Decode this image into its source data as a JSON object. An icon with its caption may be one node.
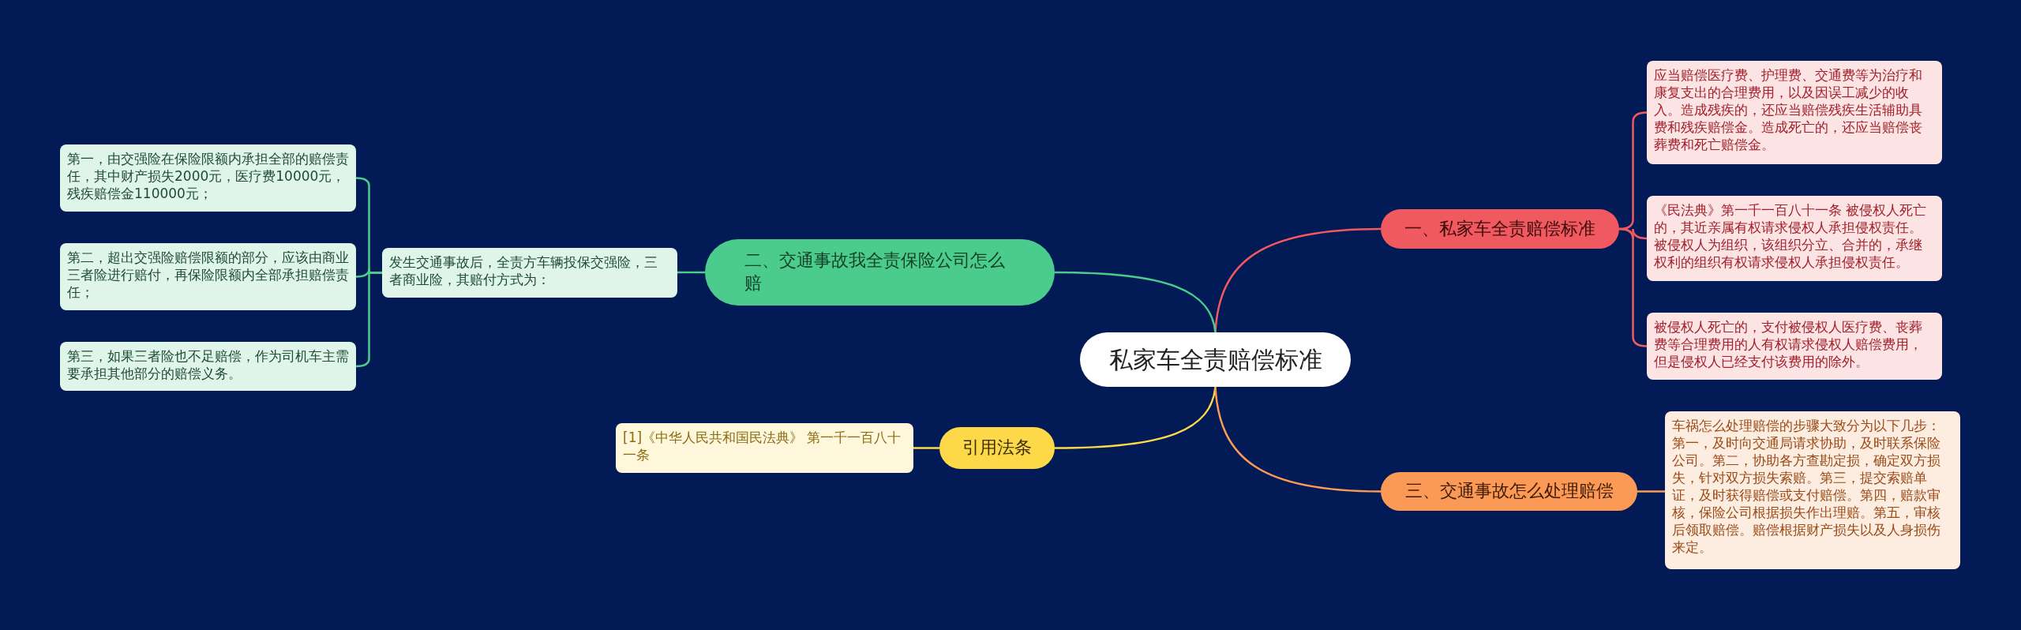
{
  "diagram": {
    "nodes": [
      {
        "text": [
          "私家车全责赔偿标准"
        ]
      },
      {
        "text": [
          "一、私家车全责赔偿标准"
        ]
      },
      {
        "text": [
          "应当赔偿医疗费、护理费、交通费等为治疗和康复支出的合理费用，以及因误工减少的收入。造成残疾的，还应当赔偿残疾生活辅助具费和残疾赔偿金。造成死亡的，还应当赔偿丧葬费和死亡赔偿金。"
        ]
      },
      {
        "text": [
          "《民法典》第一千一百八十一条 被侵权人死亡的，其近亲属有权请求侵权人承担侵权责任。被侵权人为组织，该组织分立、合并的，承继权利的组织有权请求侵权人承担侵权责任。"
        ]
      },
      {
        "text": [
          "被侵权人死亡的，支付被侵权人医疗费、丧葬费等合理费用的人有权请求侵权人赔偿费用，但是侵权人已经支付该费用的除外。"
        ]
      },
      {
        "text": [
          "二、交通事故我全责保险公司怎么赔"
        ]
      },
      {
        "text": [
          "发生交通事故后，全责方车辆投保交强险，三者商业险，其赔付方式为："
        ]
      },
      {
        "text": [
          "第一，由交强险在保险限额内承担全部的赔偿责任，其中财产损失2000元，医疗费10000元，残疾赔偿金110000元；"
        ]
      },
      {
        "text": [
          "第二，超出交强险赔偿限额的部分，应该由商业三者险进行赔付，再保险限额内全部承担赔偿责任；"
        ]
      },
      {
        "text": [
          "第三，如果三者险也不足赔偿，作为司机车主需要承担其他部分的赔偿义务。"
        ]
      },
      {
        "text": [
          "引用法条"
        ]
      },
      {
        "text": [
          "[1]《中华人民共和国民法典》 第一千一百八十一条"
        ]
      },
      {
        "text": [
          "三、交通事故怎么处理赔偿"
        ]
      },
      {
        "text": [
          "车祸怎么处理赔偿的步骤大致分为以下几步：第一，及时向交通局请求协助，及时联系保险公司。第二，协助各方查勘定损，确定双方损失，针对双方损失索赔。第三，提交索赔单证，及时获得赔偿或支付赔偿。第四，赔款审核，保险公司根据损失作出理赔。第五，审核后领取赔偿。赔偿根据财产损失以及人身损伤来定。"
        ]
      }
    ],
    "edges": [
      {
        "from": 0,
        "to": 1,
        "arrow": "none",
        "color": "#f0595f"
      },
      {
        "from": 1,
        "to": 2,
        "arrow": "none",
        "color": "#f0595f"
      },
      {
        "from": 1,
        "to": 3,
        "arrow": "none",
        "color": "#f0595f"
      },
      {
        "from": 1,
        "to": 4,
        "arrow": "none",
        "color": "#f0595f"
      },
      {
        "from": 0,
        "to": 5,
        "arrow": "none",
        "color": "#4ccc8c"
      },
      {
        "from": 5,
        "to": 6,
        "arrow": "none",
        "color": "#4ccc8c"
      },
      {
        "from": 6,
        "to": 7,
        "arrow": "none",
        "color": "#4ccc8c"
      },
      {
        "from": 6,
        "to": 8,
        "arrow": "none",
        "color": "#4ccc8c"
      },
      {
        "from": 6,
        "to": 9,
        "arrow": "none",
        "color": "#4ccc8c"
      },
      {
        "from": 0,
        "to": 10,
        "arrow": "none",
        "color": "#fdd94a"
      },
      {
        "from": 10,
        "to": 11,
        "arrow": "none",
        "color": "#fdd94a"
      },
      {
        "from": 0,
        "to": 12,
        "arrow": "none",
        "color": "#fa9a56"
      },
      {
        "from": 12,
        "to": 13,
        "arrow": "none",
        "color": "#fa9a56"
      }
    ]
  }
}
